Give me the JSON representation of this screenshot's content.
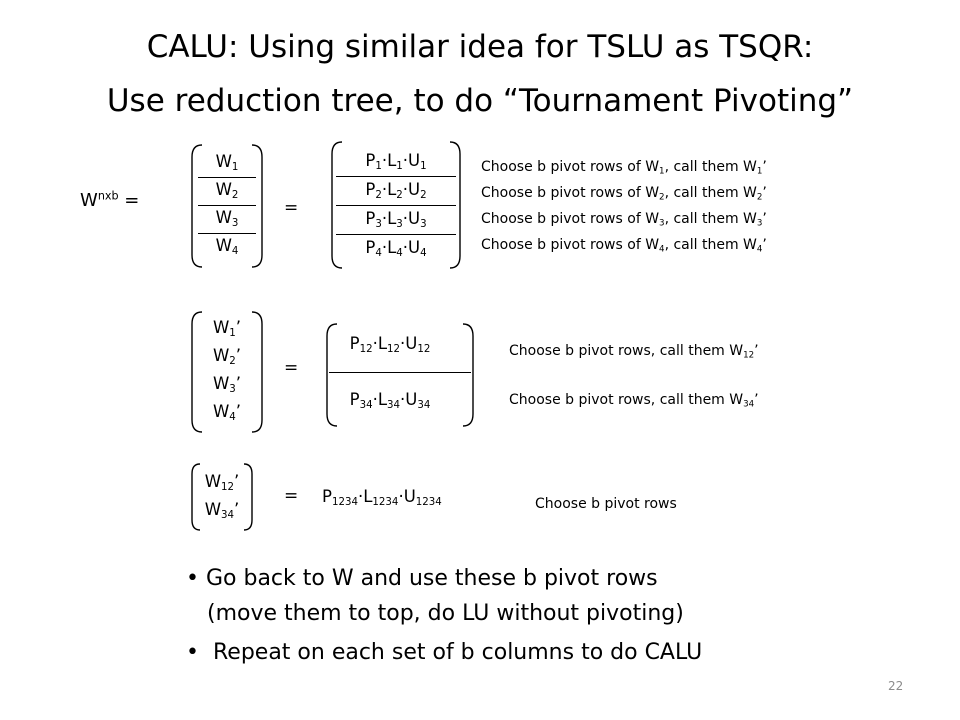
{
  "title": {
    "line1": "CALU: Using similar idea for TSLU as TSQR:",
    "line2": "Use reduction tree, to do “Tournament Pivoting”"
  },
  "eq_sign": "=",
  "step1": {
    "lhs": {
      "base": "W",
      "sup": "nxb",
      "eq": " ="
    },
    "w_blocks": [
      {
        "base": "W",
        "sub": "1"
      },
      {
        "base": "W",
        "sub": "2"
      },
      {
        "base": "W",
        "sub": "3"
      },
      {
        "base": "W",
        "sub": "4"
      }
    ],
    "factors": [
      {
        "p": "P",
        "l": "L",
        "u": "U",
        "sub": "1"
      },
      {
        "p": "P",
        "l": "L",
        "u": "U",
        "sub": "2"
      },
      {
        "p": "P",
        "l": "L",
        "u": "U",
        "sub": "3"
      },
      {
        "p": "P",
        "l": "L",
        "u": "U",
        "sub": "4"
      }
    ],
    "notes": [
      {
        "pre": "Choose b pivot rows of W",
        "sub1": "1",
        "mid": ", call them W",
        "sub2": "1",
        "post": "’"
      },
      {
        "pre": "Choose b pivot rows of W",
        "sub1": "2",
        "mid": ", call them W",
        "sub2": "2",
        "post": "’"
      },
      {
        "pre": "Choose b pivot rows of W",
        "sub1": "3",
        "mid": ", call them W",
        "sub2": "3",
        "post": "’"
      },
      {
        "pre": "Choose b pivot rows of W",
        "sub1": "4",
        "mid": ", call them W",
        "sub2": "4",
        "post": "’"
      }
    ]
  },
  "step2": {
    "w_blocks": [
      {
        "base": "W",
        "sub": "1",
        "prime": "’"
      },
      {
        "base": "W",
        "sub": "2",
        "prime": "’"
      },
      {
        "base": "W",
        "sub": "3",
        "prime": "’"
      },
      {
        "base": "W",
        "sub": "4",
        "prime": "’"
      }
    ],
    "factors": [
      {
        "p": "P",
        "l": "L",
        "u": "U",
        "sub": "12"
      },
      {
        "p": "P",
        "l": "L",
        "u": "U",
        "sub": "34"
      }
    ],
    "notes": [
      {
        "pre": "Choose b pivot rows, call them W",
        "sub": "12",
        "post": "’"
      },
      {
        "pre": "Choose b pivot rows, call them W",
        "sub": "34",
        "post": "’"
      }
    ]
  },
  "step3": {
    "w_blocks": [
      {
        "base": "W",
        "sub": "12",
        "prime": "’"
      },
      {
        "base": "W",
        "sub": "34",
        "prime": "’"
      }
    ],
    "factor": {
      "p": "P",
      "l": "L",
      "u": "U",
      "sub": "1234"
    },
    "note": "Choose b pivot rows"
  },
  "bullets": [
    {
      "marker": "•",
      "line1": "Go back to W and use these b pivot rows",
      "line2": "(move them to top, do LU without pivoting)"
    },
    {
      "marker": "•",
      "line1": "Repeat on each set of b columns to do CALU"
    }
  ],
  "slide_number": "22"
}
